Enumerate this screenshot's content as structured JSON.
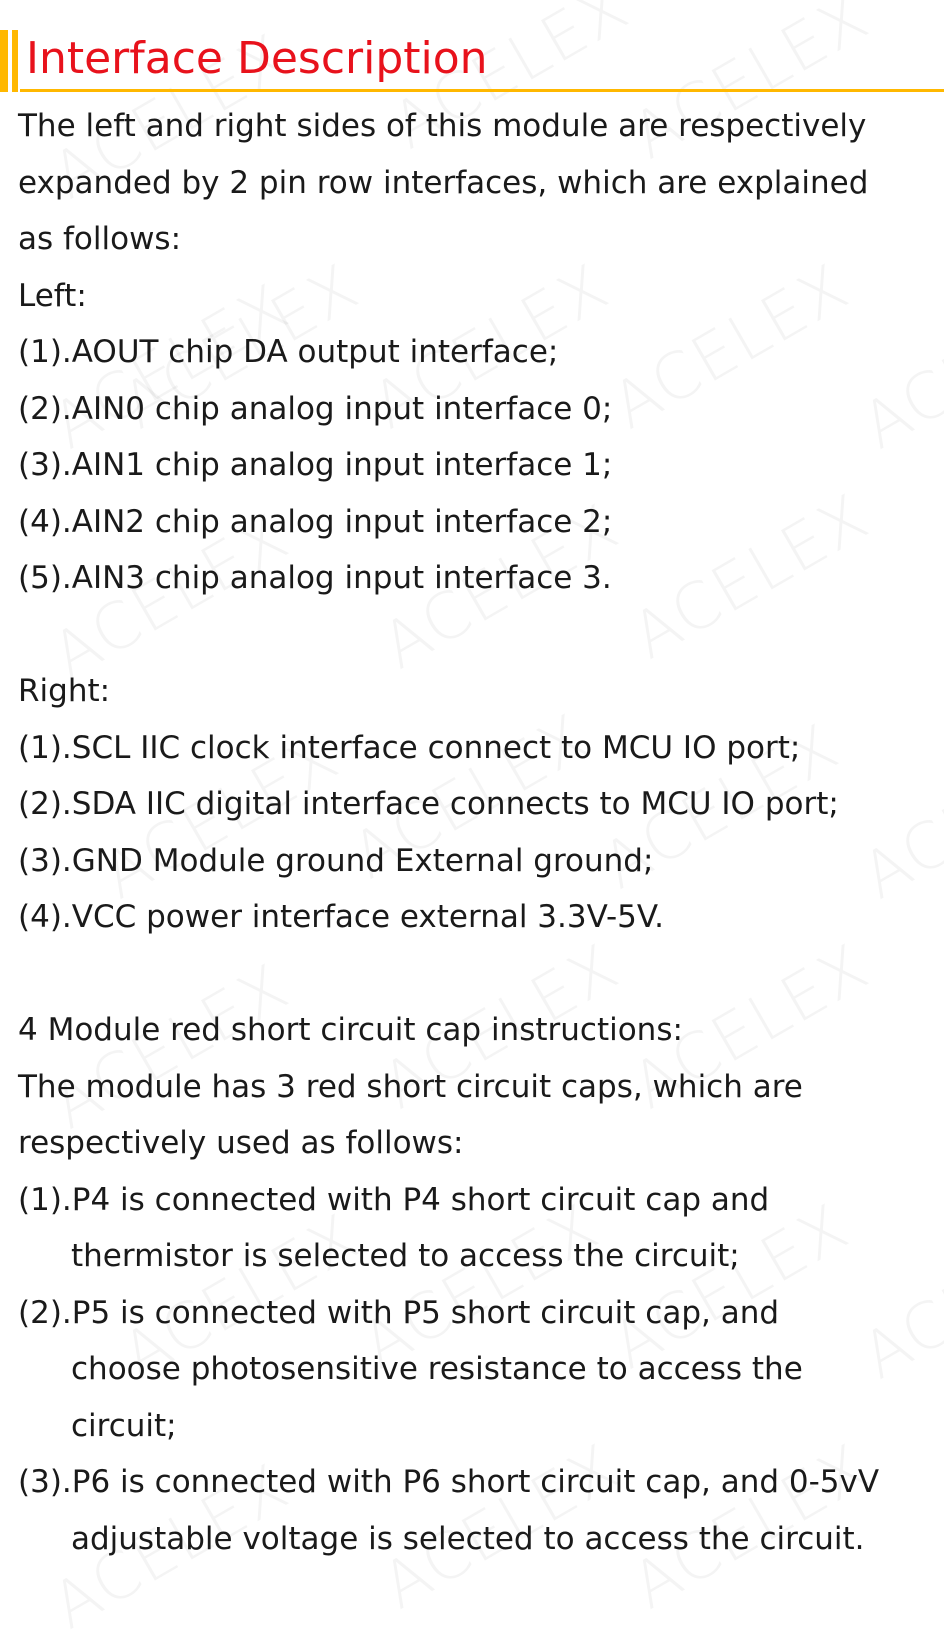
{
  "title": "Interface Description",
  "watermark": "ACELEX",
  "intro": [
    "The left and right sides of this module are respectively",
    "expanded by 2 pin row interfaces, which are explained",
    "as follows:"
  ],
  "left": {
    "heading": "Left:",
    "items": [
      "(1).AOUT chip DA output interface;",
      "(2).AIN0 chip analog input interface 0;",
      "(3).AIN1 chip analog input interface 1;",
      "(4).AIN2 chip analog input interface 2;",
      "(5).AIN3 chip analog input interface 3."
    ]
  },
  "right": {
    "heading": "Right:",
    "items": [
      "(1).SCL IIC clock interface connect to MCU IO port;",
      "(2).SDA IIC digital interface connects to MCU IO port;",
      "(3).GND Module ground External ground;",
      "(4).VCC power interface external 3.3V-5V."
    ]
  },
  "caps": {
    "heading": "4 Module red short circuit cap instructions:",
    "intro": [
      "The module has 3 red short circuit caps, which are",
      "respectively used as follows:"
    ],
    "items": [
      [
        "(1).P4 is connected with P4 short circuit cap and",
        "thermistor is selected to access the circuit;"
      ],
      [
        "(2).P5 is connected with P5 short circuit cap, and",
        "choose photosensitive resistance to access the",
        "circuit;"
      ],
      [
        "(3).P6 is connected with P6 short circuit cap, and 0-5vV",
        "adjustable voltage is selected to access the circuit."
      ]
    ]
  },
  "colors": {
    "title": "#e8121c",
    "accent_bar": "#ffb800",
    "text": "#1a1a1a"
  }
}
